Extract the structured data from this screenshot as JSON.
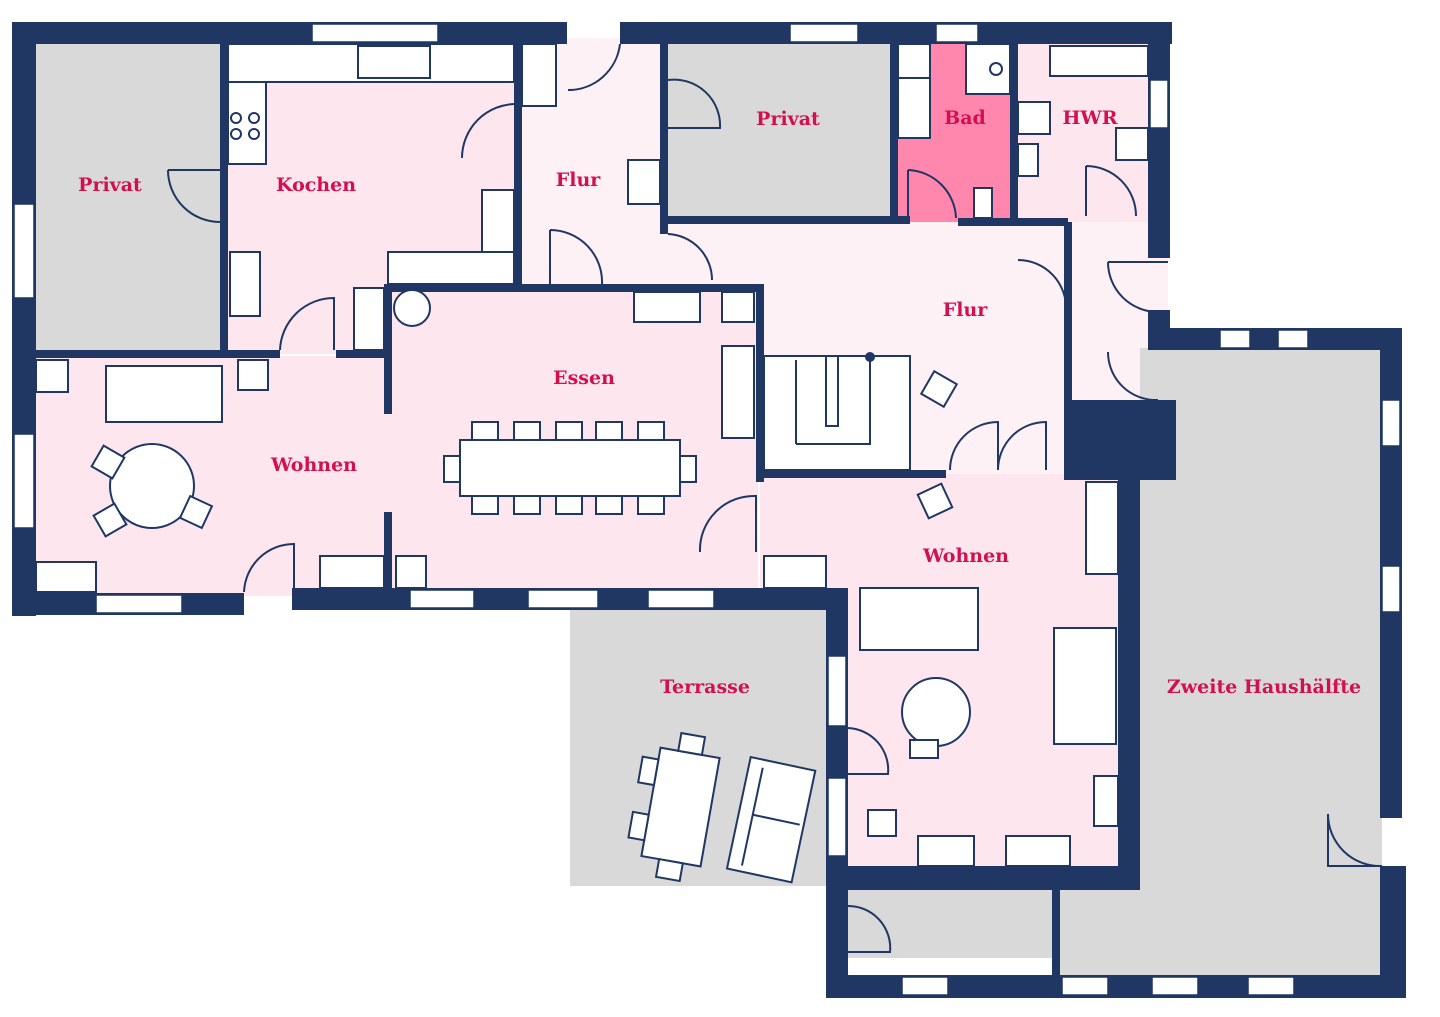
{
  "colors": {
    "wall": "#1f3762",
    "room": "#fde6ee",
    "hall": "#fdf1f5",
    "highlight": "#ff87ae",
    "private": "#d9d9d9",
    "label": "#d3104f"
  },
  "rooms": {
    "privat_left": "Privat",
    "kochen": "Kochen",
    "flur_top": "Flur",
    "privat_top": "Privat",
    "bad": "Bad",
    "hwr": "HWR",
    "flur_center": "Flur",
    "essen": "Essen",
    "wohnen_left": "Wohnen",
    "wohnen_right": "Wohnen",
    "terrasse": "Terrasse",
    "zweite_haushaelfte": "Zweite Haushälfte"
  }
}
